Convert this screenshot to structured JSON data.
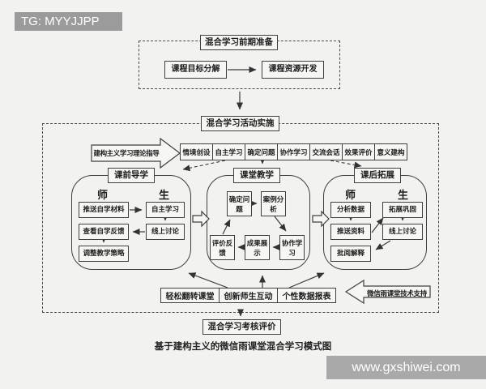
{
  "banner": {
    "text": "TG: MYYJJPP"
  },
  "watermark": {
    "text": "www.gxshiwei.com"
  },
  "caption": "基于建构主义的微信雨课堂混合学习模式图",
  "colors": {
    "banner_bg": "#9b9b9b",
    "watermark_bg": "#a9a9a9",
    "line": "#3a3a3a",
    "page_bg": "#f2f2f0",
    "text": "#1c1c1c"
  },
  "prep": {
    "title": "混合学习前期准备",
    "goal": "课程目标分解",
    "resource": "课程资源开发"
  },
  "impl": {
    "title": "混合学习活动实施",
    "theory_arrow": "建构主义学习理论指导",
    "strategies": [
      "情境创设",
      "自主学习",
      "确定问题",
      "协作学习",
      "交流会话",
      "效果评价",
      "意义建构"
    ],
    "pre": {
      "title": "课前导学",
      "teacher_label": "师",
      "student_label": "生",
      "teacher_items": [
        "推送自学材料",
        "查看自学反馈",
        "调整教学策略"
      ],
      "student_items": [
        "自主学习",
        "线上讨论"
      ]
    },
    "classroom": {
      "title": "课堂教学",
      "items": [
        "确定问题",
        "案例分析",
        "协作学习",
        "成果展示",
        "评价反馈"
      ]
    },
    "post": {
      "title": "课后拓展",
      "teacher_label": "师",
      "student_label": "生",
      "teacher_items": [
        "分析数据",
        "推送资料",
        "批阅解释"
      ],
      "student_items": [
        "拓展巩固",
        "线上讨论"
      ]
    },
    "features": [
      "轻松翻转课堂",
      "创新师生互动",
      "个性数据报表"
    ],
    "support_arrow": "微信雨课堂技术支持"
  },
  "assessment": {
    "title": "混合学习考核评价"
  }
}
